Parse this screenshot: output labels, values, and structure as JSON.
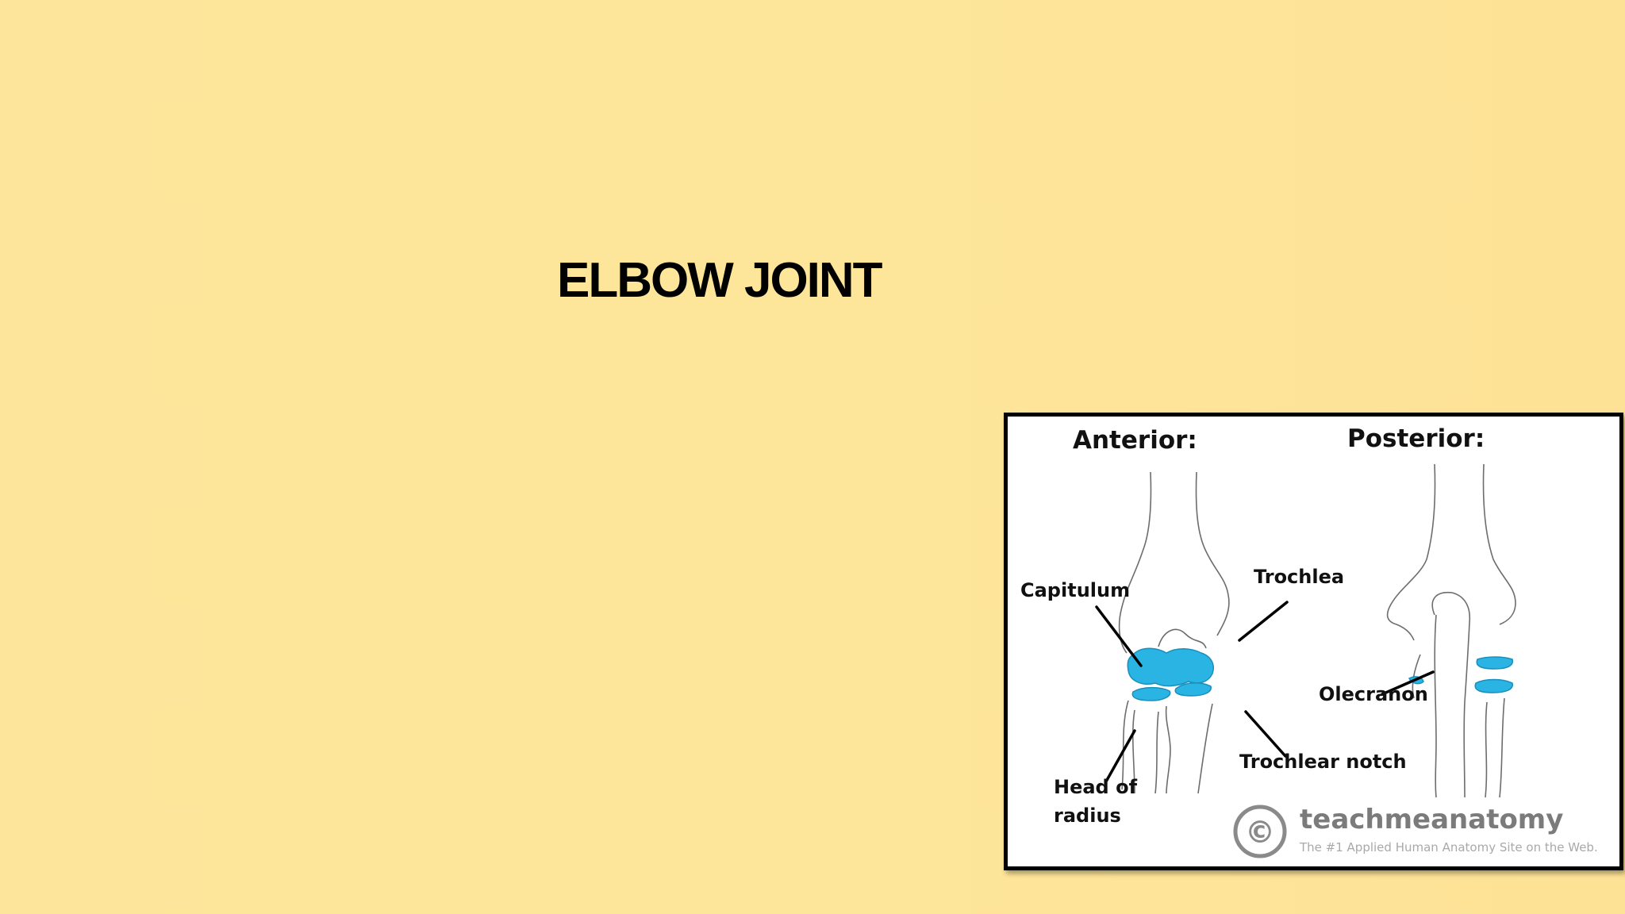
{
  "slide": {
    "title": "ELBOW JOINT"
  },
  "figure": {
    "anterior_heading": "Anterior:",
    "posterior_heading": "Posterior:",
    "labels": {
      "capitulum": "Capitulum",
      "trochlea": "Trochlea",
      "head_of_radius_line1": "Head of",
      "head_of_radius_line2": "radius",
      "trochlear_notch": "Trochlear notch",
      "olecranon": "Olecranon"
    },
    "watermark": {
      "symbol": "©",
      "brand": "teachmeanatomy",
      "tagline": "The #1 Applied Human Anatomy Site on the Web."
    },
    "colors": {
      "background": "#fde69b",
      "cartilage": "#29b4e3"
    }
  }
}
